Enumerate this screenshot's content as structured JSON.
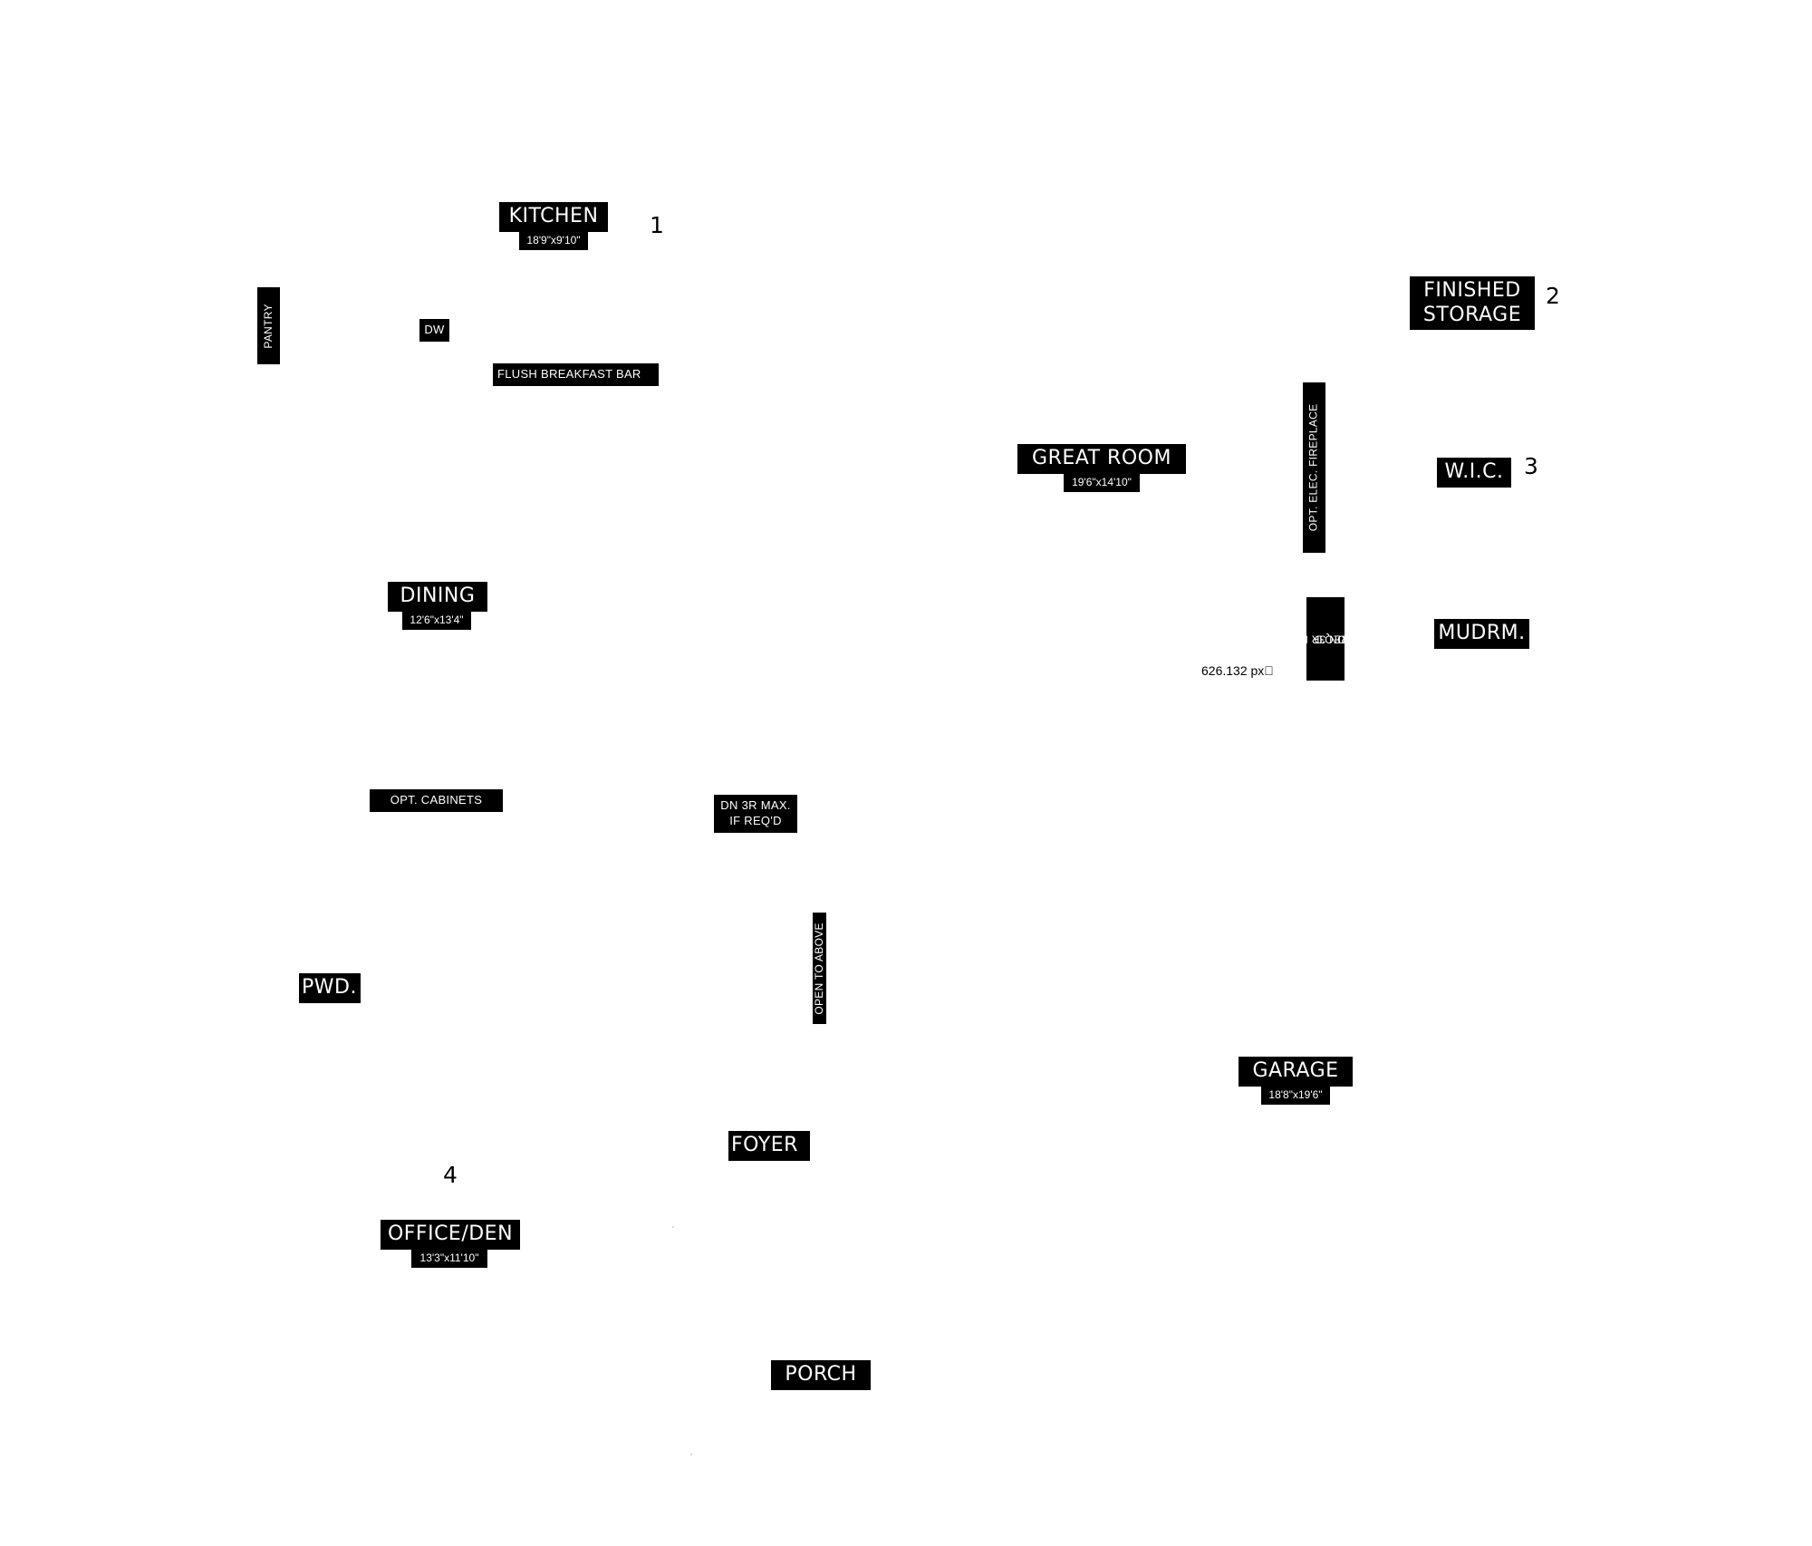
{
  "rooms": {
    "kitchen": {
      "name": "KITCHEN",
      "dims": "18'9\"x9'10\""
    },
    "finished_storage": {
      "name_line1": "FINISHED",
      "name_line2": "STORAGE"
    },
    "great_room": {
      "name": "GREAT ROOM",
      "dims": "19'6\"x14'10\""
    },
    "wic": {
      "name": "W.I.C."
    },
    "dining": {
      "name": "DINING",
      "dims": "12'6\"x13'4\""
    },
    "mudroom": {
      "name": "MUDRM."
    },
    "powder": {
      "name": "PWD."
    },
    "garage": {
      "name": "GARAGE",
      "dims": "18'8\"x19'6\""
    },
    "foyer": {
      "name": "FOYER"
    },
    "office_den": {
      "name": "OFFICE/DEN",
      "dims": "13'3\"x11'10\""
    },
    "porch": {
      "name": "PORCH"
    }
  },
  "notes": {
    "pantry": "PANTRY",
    "dw": "DW",
    "flush_breakfast_bar": "FLUSH BREAKFAST BAR",
    "opt_elec_fireplace": "OPT. ELEC. FIREPLACE",
    "stairs_right_line1": "DN 3R MAX.",
    "stairs_right_line2": "IF REQ'D",
    "opt_cabinets": "OPT. CABINETS",
    "stairs_center_line1": "DN 3R MAX.",
    "stairs_center_line2": "IF REQ'D",
    "open_to_above": "OPEN TO ABOVE"
  },
  "callouts": [
    "1",
    "2",
    "3",
    "4"
  ],
  "measurement": "626.132 px⃞"
}
